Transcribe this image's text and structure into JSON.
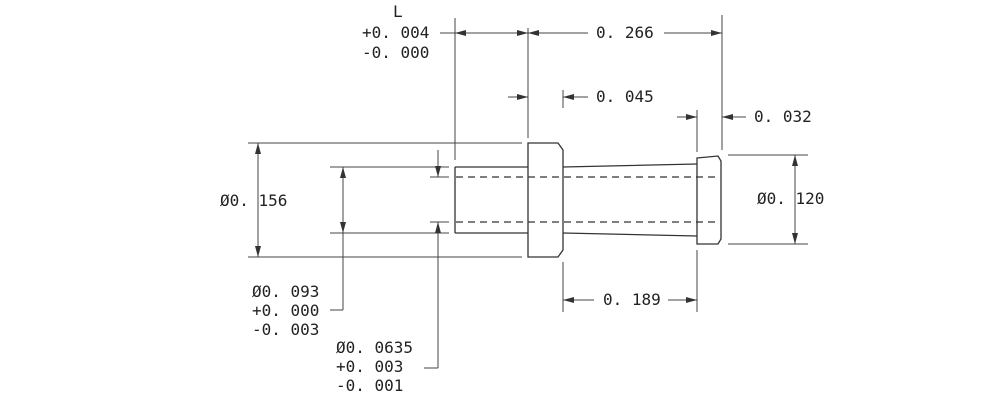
{
  "dimensions": {
    "length_label": "L",
    "length_tol_plus": "+0. 004",
    "length_tol_minus": "-0. 000",
    "overall_length": "0. 266",
    "flange_thickness": "0. 045",
    "end_collar_thickness": "0. 032",
    "shank_length": "0. 189",
    "flange_diameter": "Ø0. 156",
    "end_diameter": "Ø0. 120",
    "shank_diameter": "Ø0. 093",
    "shank_tol_plus": "+0. 000",
    "shank_tol_minus": "-0. 003",
    "bore_diameter": "Ø0. 0635",
    "bore_tol_plus": "+0. 003",
    "bore_tol_minus": "-0. 001"
  },
  "colors": {
    "line": "#333333",
    "text": "#222222",
    "background": "#ffffff"
  }
}
